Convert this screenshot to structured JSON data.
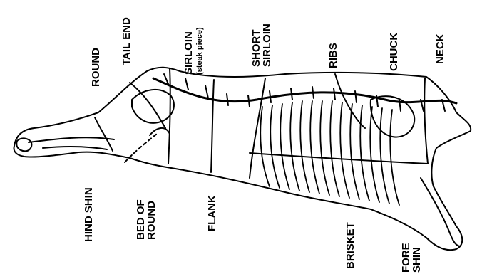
{
  "diagram": {
    "labels_top": [
      {
        "id": "round",
        "lines": [
          "ROUND"
        ]
      },
      {
        "id": "tail-end",
        "lines": [
          "TAIL END"
        ]
      },
      {
        "id": "sirloin",
        "lines": [
          "SIRLOIN"
        ],
        "note": "(steak piece)"
      },
      {
        "id": "short-sirloin",
        "lines": [
          "SHORT",
          "SIRLOIN"
        ]
      },
      {
        "id": "ribs",
        "lines": [
          "RIBS"
        ]
      },
      {
        "id": "chuck",
        "lines": [
          "CHUCK"
        ]
      },
      {
        "id": "neck",
        "lines": [
          "NECK"
        ]
      }
    ],
    "labels_bottom": [
      {
        "id": "hind-shin",
        "lines": [
          "HIND SHIN"
        ]
      },
      {
        "id": "bed-of-round",
        "lines": [
          "BED OF",
          "ROUND"
        ]
      },
      {
        "id": "flank",
        "lines": [
          "FLANK"
        ]
      },
      {
        "id": "brisket",
        "lines": [
          "BRISKET"
        ]
      },
      {
        "id": "fore-shin",
        "lines": [
          "FORE",
          "SHIN"
        ]
      }
    ],
    "colors": {
      "ink": "#000000",
      "background": "#ffffff"
    }
  }
}
